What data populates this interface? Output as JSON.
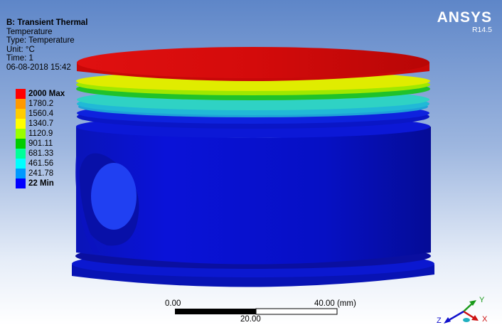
{
  "header": {
    "title": "B: Transient Thermal",
    "result": "Temperature",
    "type": "Type: Temperature",
    "unit": "Unit: °C",
    "time": "Time: 1",
    "timestamp": "06-08-2018 15:42"
  },
  "logo": {
    "name": "ANSYS",
    "version": "R14.5"
  },
  "legend": {
    "entries": [
      {
        "value": "2000 Max",
        "color": "#ff0000",
        "bold": true
      },
      {
        "value": "1780.2",
        "color": "#ff9900"
      },
      {
        "value": "1560.4",
        "color": "#ffcc00"
      },
      {
        "value": "1340.7",
        "color": "#ffff00"
      },
      {
        "value": "1120.9",
        "color": "#99ff00"
      },
      {
        "value": "901.11",
        "color": "#00cc00"
      },
      {
        "value": "681.33",
        "color": "#00ff99"
      },
      {
        "value": "461.56",
        "color": "#00ffff"
      },
      {
        "value": "241.78",
        "color": "#0099ff"
      },
      {
        "value": "22 Min",
        "color": "#0000ff",
        "bold": true
      }
    ]
  },
  "scale_bar": {
    "start": "0.00",
    "mid": "20.00",
    "end": "40.00 (mm)"
  },
  "triad": {
    "x": "X",
    "y": "Y",
    "z": "Z"
  }
}
